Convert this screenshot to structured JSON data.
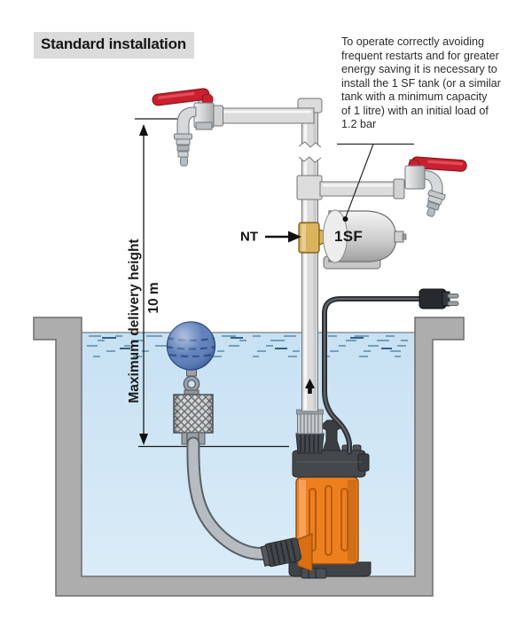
{
  "title": "Standard installation",
  "note": {
    "lines": [
      "To operate correctly avoiding",
      "frequent restarts and for greater",
      "energy saving it is necessary to",
      "install the 1 SF tank (or a similar",
      "tank with a minimum capacity",
      "of 1 litre) with an initial load of",
      "1.2 bar"
    ]
  },
  "labels": {
    "nt": "NT",
    "tank": "1SF",
    "max_height": "Maximum delivery height",
    "height_value": "10 m"
  },
  "colors": {
    "handle_red": "#c8202f",
    "pump_orange": "#ee7f1d",
    "brass": "#d9b45c",
    "water": "#c7e1f3",
    "concrete": "#adadad",
    "float_blue": "#4f74b5",
    "title_bg": "#dbdbdb",
    "text": "#231f20"
  }
}
